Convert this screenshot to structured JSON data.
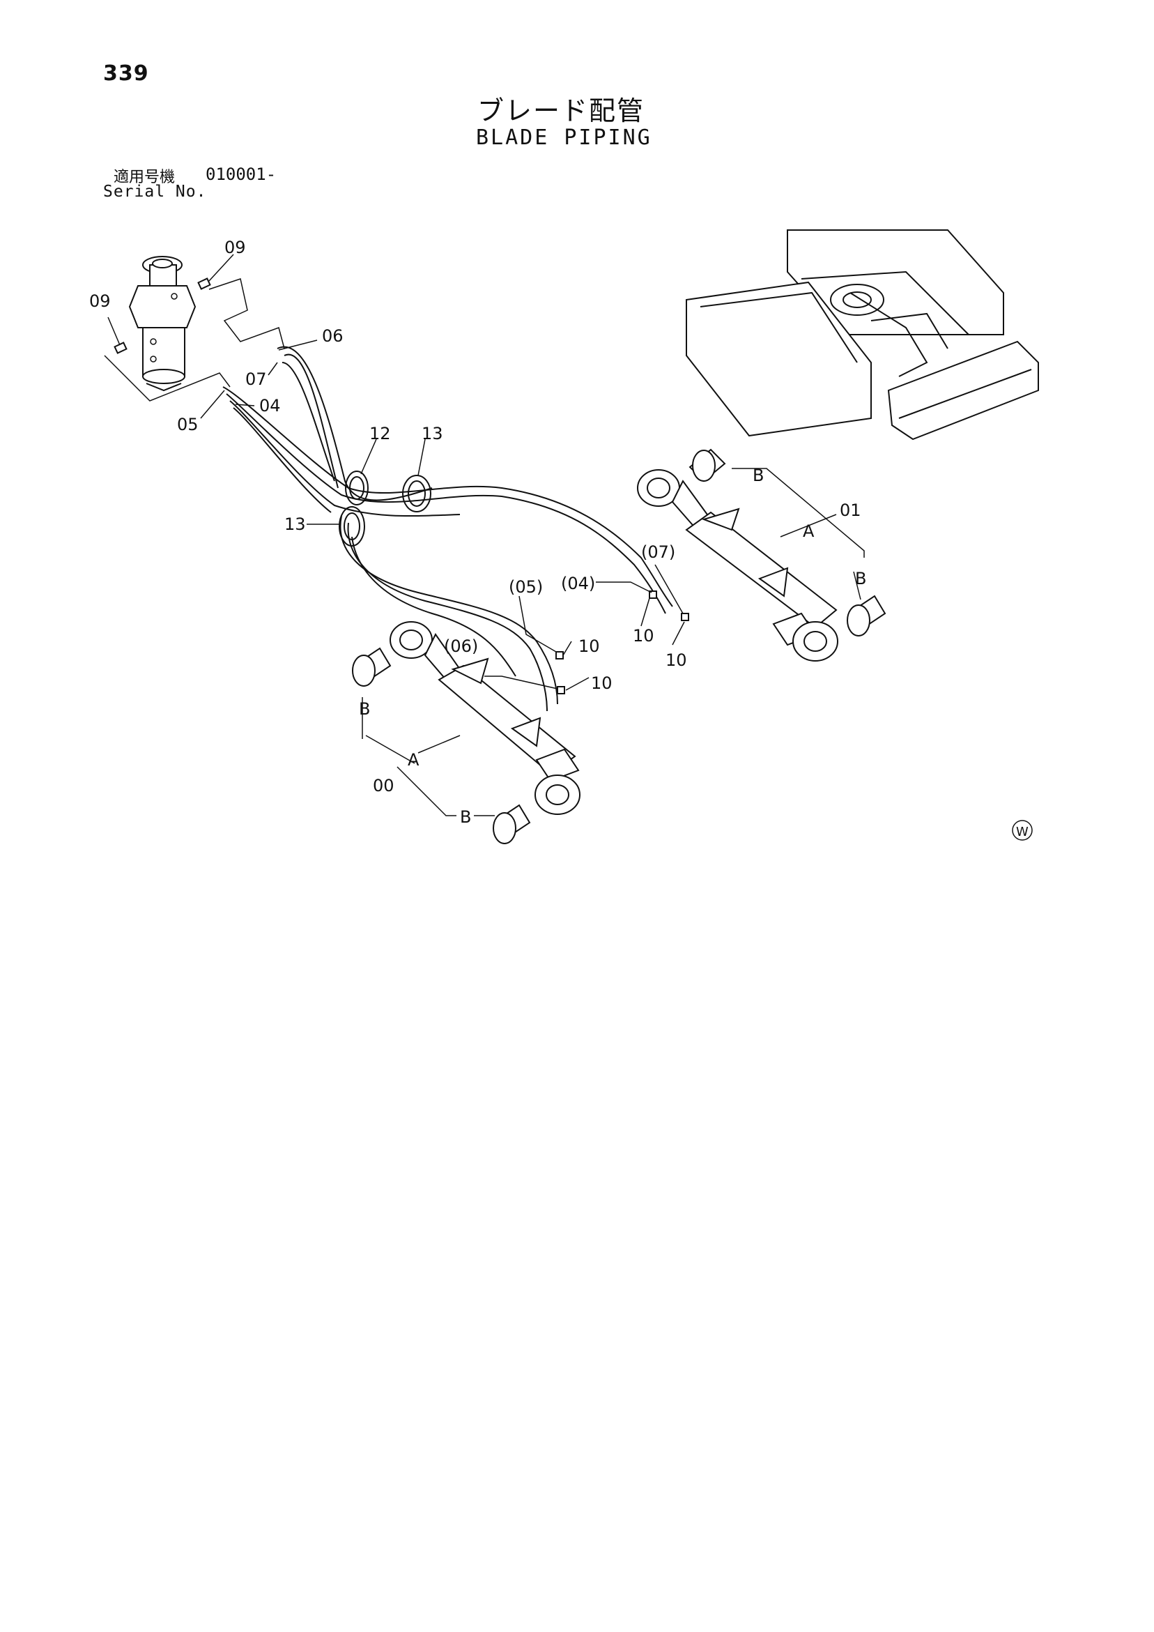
{
  "page_number": "339",
  "title_jp": "ブレード配管",
  "title_en": "BLADE PIPING",
  "serial": {
    "label_jp": "適用号機",
    "value": "010001-",
    "label_en": "Serial No."
  },
  "callouts": {
    "c09a": "09",
    "c09b": "09",
    "c06": "06",
    "c07": "07",
    "c04": "04",
    "c05": "05",
    "c12": "12",
    "c13a": "13",
    "c13b": "13",
    "c01": "01",
    "c00": "00",
    "c04p": "(04)",
    "c05p": "(05)",
    "c06p": "(06)",
    "c07p": "(07)",
    "c10a": "10",
    "c10b": "10",
    "c10c": "10",
    "c10d": "10",
    "cA1": "A",
    "cA2": "A",
    "cB1": "B",
    "cB2": "B",
    "cB3": "B",
    "cB4": "B"
  },
  "mark": "W"
}
